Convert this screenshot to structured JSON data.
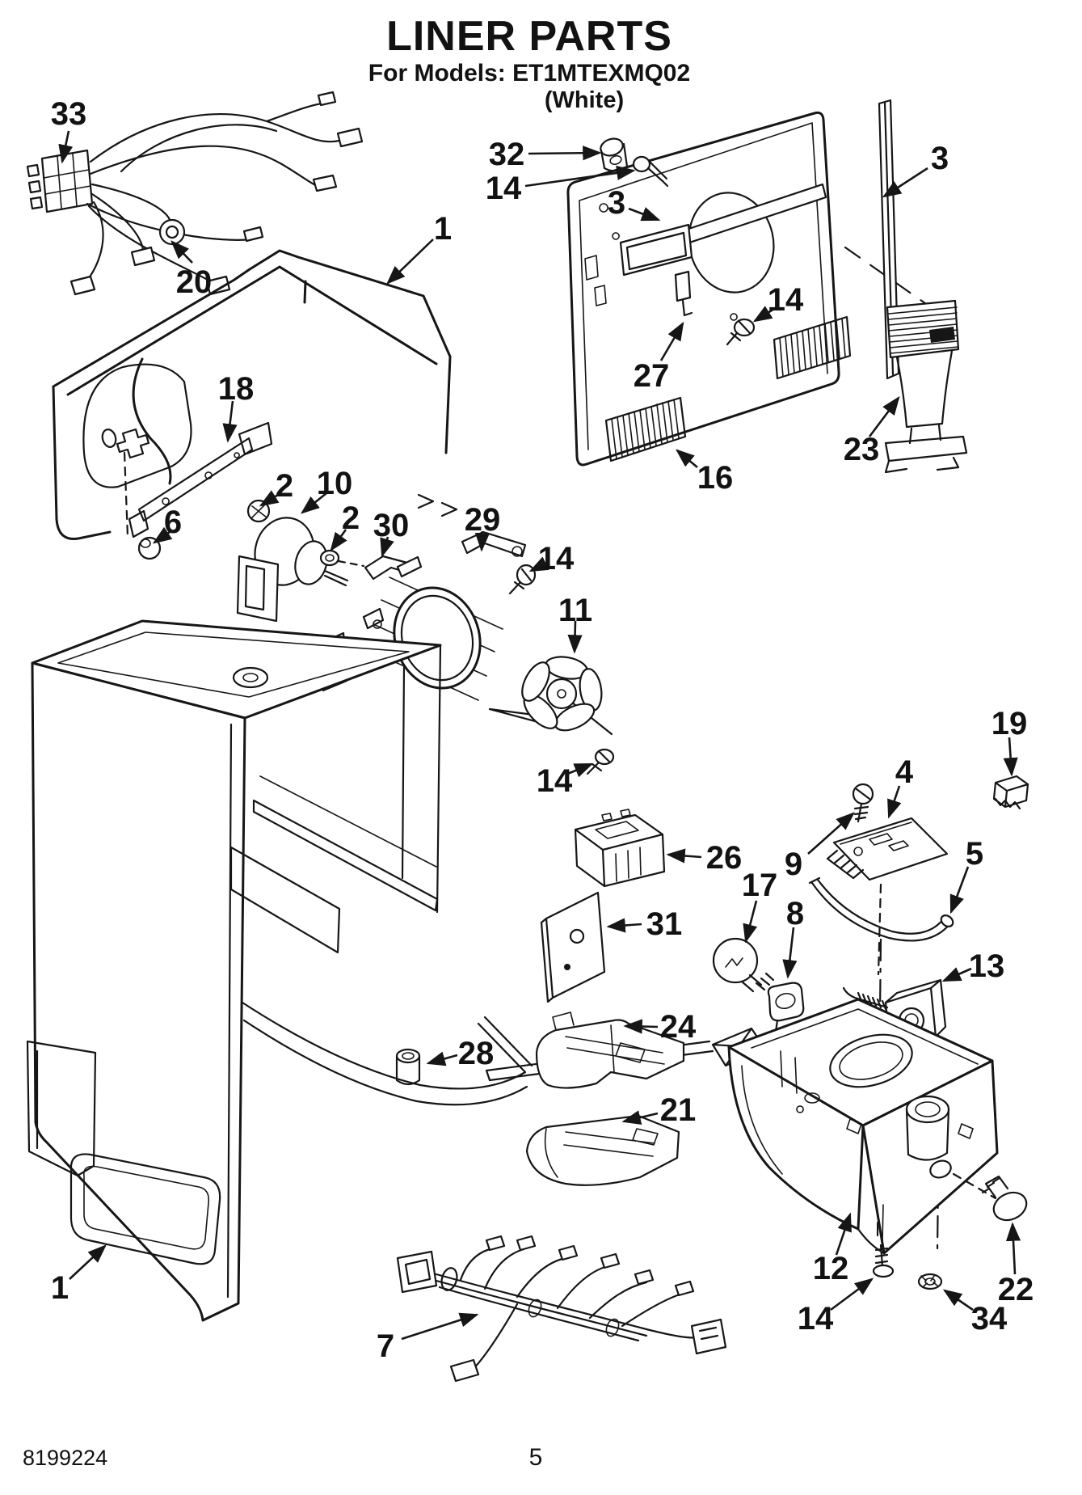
{
  "page": {
    "title": "LINER PARTS",
    "subtitle": "For Models: ET1MTEXMQ02",
    "finish": "(White)"
  },
  "footer": {
    "doc_number": "8199224",
    "page_number": "5"
  },
  "labels": [
    {
      "part": "33"
    },
    {
      "part": "20"
    },
    {
      "part": "1"
    },
    {
      "part": "32"
    },
    {
      "part": "14"
    },
    {
      "part": "3"
    },
    {
      "part": "3"
    },
    {
      "part": "14"
    },
    {
      "part": "27"
    },
    {
      "part": "16"
    },
    {
      "part": "23"
    },
    {
      "part": "18"
    },
    {
      "part": "2"
    },
    {
      "part": "10"
    },
    {
      "part": "6"
    },
    {
      "part": "2"
    },
    {
      "part": "30"
    },
    {
      "part": "29"
    },
    {
      "part": "14"
    },
    {
      "part": "11"
    },
    {
      "part": "14"
    },
    {
      "part": "26"
    },
    {
      "part": "31"
    },
    {
      "part": "17"
    },
    {
      "part": "9"
    },
    {
      "part": "8"
    },
    {
      "part": "4"
    },
    {
      "part": "19"
    },
    {
      "part": "5"
    },
    {
      "part": "13"
    },
    {
      "part": "24"
    },
    {
      "part": "21"
    },
    {
      "part": "28"
    },
    {
      "part": "12"
    },
    {
      "part": "14"
    },
    {
      "part": "22"
    },
    {
      "part": "34"
    },
    {
      "part": "7"
    },
    {
      "part": "1"
    }
  ]
}
